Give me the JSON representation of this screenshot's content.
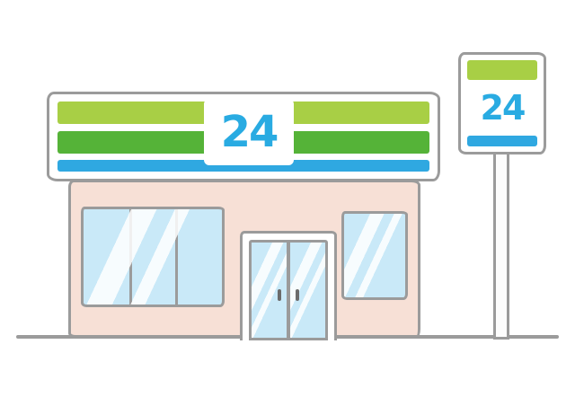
{
  "scene": {
    "description": "Hand-drawn illustration of a 24-hour convenience store with striped signage, storefront windows, double glass doors and a pole sign",
    "storefront_sign": {
      "hours_label": "24"
    },
    "pole_sign": {
      "hours_label": "24"
    },
    "colors": {
      "stripe_yellow_green": "#a8cf45",
      "stripe_green": "#55b338",
      "stripe_blue": "#2fa8e1",
      "hours_text_blue": "#29abe2",
      "wall_pink": "#f7e0d6",
      "window_blue": "#c9e9f8",
      "door_blue": "#c9e9f8",
      "outline_gray": "#9b9b9b"
    }
  }
}
